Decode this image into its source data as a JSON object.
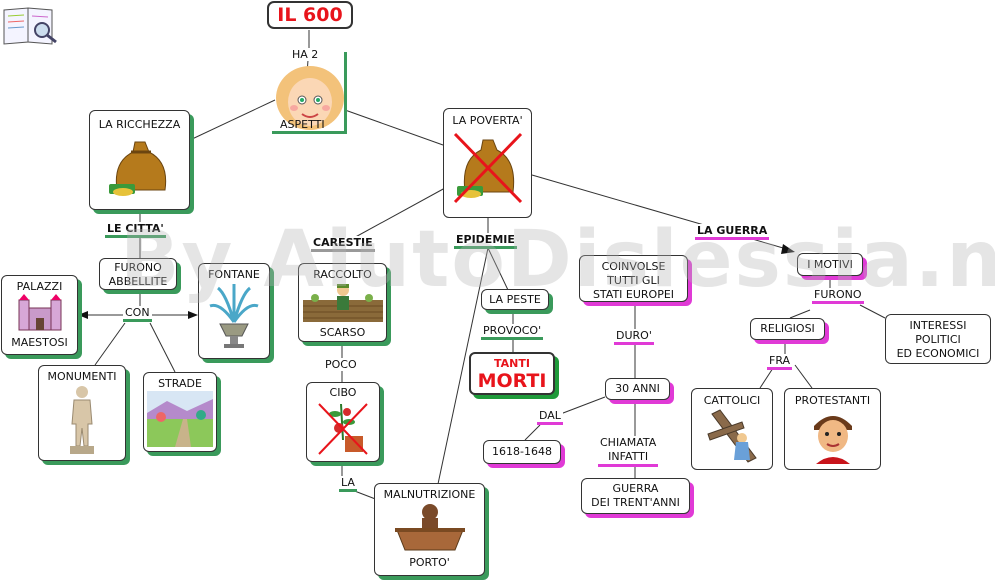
{
  "title": "IL 600",
  "watermark": "By AiutoDislessia.net",
  "edge_labels": {
    "ha2": "HA 2",
    "aspetti": "ASPETTI",
    "con": "CON",
    "poco": "POCO",
    "la": "LA",
    "provoco": "PROVOCO'",
    "duro": "DURO'",
    "dal": "DAL",
    "chiamata": "CHIAMATA",
    "infatti": "INFATTI",
    "furono": "FURONO",
    "fra": "FRA"
  },
  "nodes": {
    "ricchezza": "LA RICCHEZZA",
    "poverta": "LA POVERTA'",
    "le_citta": "LE CITTA'",
    "furono_abbellite_1": "FURONO",
    "furono_abbellite_2": "ABBELLITE",
    "palazzi": "PALAZZI",
    "maestosi": "MAESTOSI",
    "fontane": "FONTANE",
    "monumenti": "MONUMENTI",
    "strade": "STRADE",
    "carestie": "CARESTIE",
    "raccolto": "RACCOLTO",
    "scarso": "SCARSO",
    "cibo": "CIBO",
    "malnutrizione": "MALNUTRIZIONE",
    "porto": "PORTO'",
    "epidemie": "EPIDEMIE",
    "la_peste": "LA PESTE",
    "tanti": "TANTI",
    "morti": "MORTI",
    "guerra": "LA GUERRA",
    "coinvolse_1": "COINVOLSE",
    "coinvolse_2": "TUTTI GLI",
    "coinvolse_3": "STATI EUROPEI",
    "trenta_anni": "30 ANNI",
    "anni_range": "1618-1648",
    "guerra_trent_1": "GUERRA",
    "guerra_trent_2": "DEI TRENT'ANNI",
    "i_motivi": "I MOTIVI",
    "religiosi": "RELIGIOSI",
    "interessi_1": "INTERESSI",
    "interessi_2": "POLITICI",
    "interessi_3": "ED ECONOMICI",
    "cattolici": "CATTOLICI",
    "protestanti": "PROTESTANTI"
  },
  "colors": {
    "title_red": "#e8141b",
    "shadow_green": "#3a9a5b",
    "shadow_magenta": "#e03ad6"
  },
  "icons": [
    "book-icon",
    "girl-face-icon",
    "money-bag-icon",
    "crossed-money-bag-icon",
    "castle-icon",
    "fountain-icon",
    "statue-icon",
    "landscape-icon",
    "farmer-icon",
    "crossed-food-icon",
    "child-tub-icon",
    "cross-icon",
    "boy-face-icon"
  ]
}
